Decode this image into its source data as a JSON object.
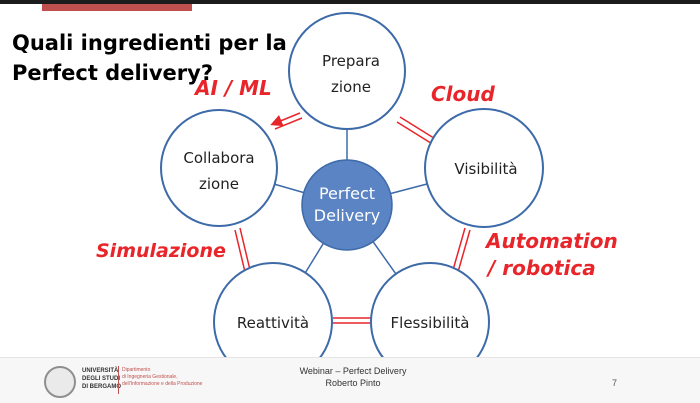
{
  "title": {
    "line1": "Quali ingredienti per la",
    "line2": "Perfect delivery?"
  },
  "center": {
    "line1": "Perfect",
    "line2": "Delivery"
  },
  "nodes": {
    "preparazione": {
      "line1": "Prepara",
      "line2": "zione"
    },
    "visibilita": {
      "label": "Visibilità"
    },
    "flessibilita": {
      "label": "Flessibilità"
    },
    "reattivita": {
      "label": "Reattività"
    },
    "collaborazione": {
      "line1": "Collabora",
      "line2": "zione"
    }
  },
  "enablers": {
    "ai_ml": "AI / ML",
    "cloud": "Cloud",
    "automation_line1": "Automation",
    "automation_line2": "/ robotica",
    "simulazione": "Simulazione"
  },
  "footer": {
    "university_lines": [
      "UNIVERSITÀ",
      "DEGLI STUDI",
      "DI BERGAMO"
    ],
    "department_lines": [
      "Dipartimento",
      "di Ingegneria Gestionale,",
      "dell'Informazione e della Produzione"
    ],
    "webinar_line1": "Webinar – Perfect Delivery",
    "webinar_line2": "Roberto Pinto",
    "page_number": "7"
  },
  "colors": {
    "node_border": "#3d6aa8",
    "center_fill": "#5b84c4",
    "enabler_red": "#e8252a",
    "accent_bar": "#c0504d"
  }
}
